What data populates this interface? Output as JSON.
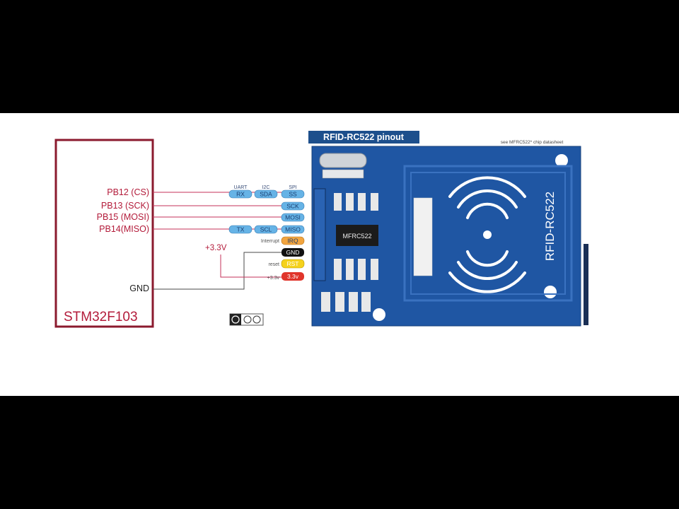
{
  "mcu": {
    "title": "STM32F103",
    "pins": [
      "PB12 (CS)",
      "PB13 (SCK)",
      "PB15 (MOSI)",
      "PB14(MISO)"
    ],
    "gnd_label": "GND"
  },
  "supply_label": "+3.3V",
  "interface_headers": [
    "UART",
    "I2C",
    "SPI"
  ],
  "uart_pins": {
    "rx": "RX",
    "tx": "TX"
  },
  "i2c_pins": {
    "sda": "SDA",
    "scl": "SCL"
  },
  "spi_pins": [
    "SS",
    "SCK",
    "MOSI",
    "MISO"
  ],
  "side_labels": {
    "interrupt": "Interrupt",
    "reset": "reset",
    "vcc": "+3.3v"
  },
  "power_pins": {
    "irq": "IRQ",
    "gnd": "GND",
    "rst": "RST",
    "vcc": "3.3v"
  },
  "module": {
    "pinout_title": "RFID-RC522 pinout",
    "chip_label": "MFRC522",
    "board_name": "RFID-RC522",
    "datasheet_note": "see MFRC522* chip datasheet"
  },
  "colors": {
    "mcu_border": "#8b1a2e",
    "mcu_text": "#b31b3a",
    "wire": "#c4315a",
    "pill_blue": "#66b3e6",
    "board_blue": "#1f56a3",
    "title_bar": "#1d4f8c",
    "irq_orange": "#f2a540",
    "rst_yellow": "#f5d21d",
    "vcc_red": "#e0352b",
    "gnd_black": "#111111"
  }
}
